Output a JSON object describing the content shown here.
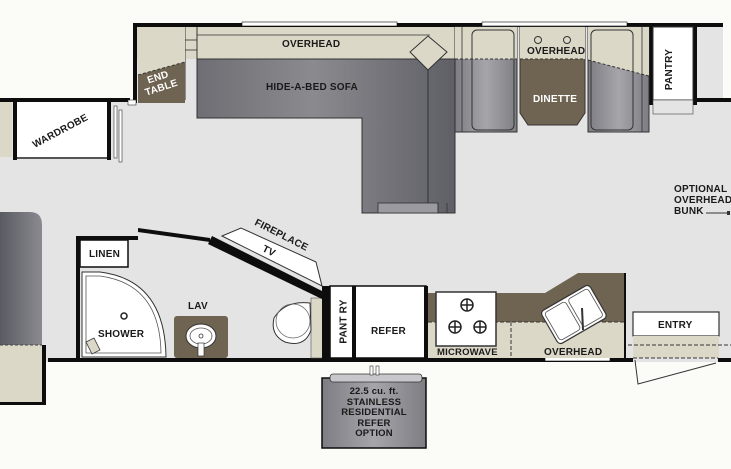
{
  "floorplan": {
    "colors": {
      "background": "#fbfbf7",
      "floor": "#e4e4e4",
      "wall": "#0d0d0d",
      "overhead": "#dcd8c8",
      "sofa": "#77777d",
      "brown": "#6f6352",
      "white_fixture": "#ffffff"
    },
    "rooms": {
      "overhead_living": "OVERHEAD",
      "sofa": "HIDE-A-BED SOFA",
      "end_table": "END\nTABLE",
      "overhead_dinette": "OVERHEAD",
      "dinette": "DINETTE",
      "pantry_top": "PANTRY",
      "wardrobe": "WARDROBE",
      "optional_bunk": "OPTIONAL\nOVERHEAD\nBUNK",
      "linen": "LINEN",
      "shower": "SHOWER",
      "lav": "LAV",
      "fireplace": "FIREPLACE",
      "tv": "TV",
      "pantry_bottom": "PANT RY",
      "refer": "REFER",
      "microwave": "MICROWAVE",
      "overhead_kitchen": "OVERHEAD",
      "entry": "ENTRY",
      "refer_option": "22.5 cu. ft.\nSTAINLESS\nRESIDENTIAL\nREFER\nOPTION"
    }
  }
}
